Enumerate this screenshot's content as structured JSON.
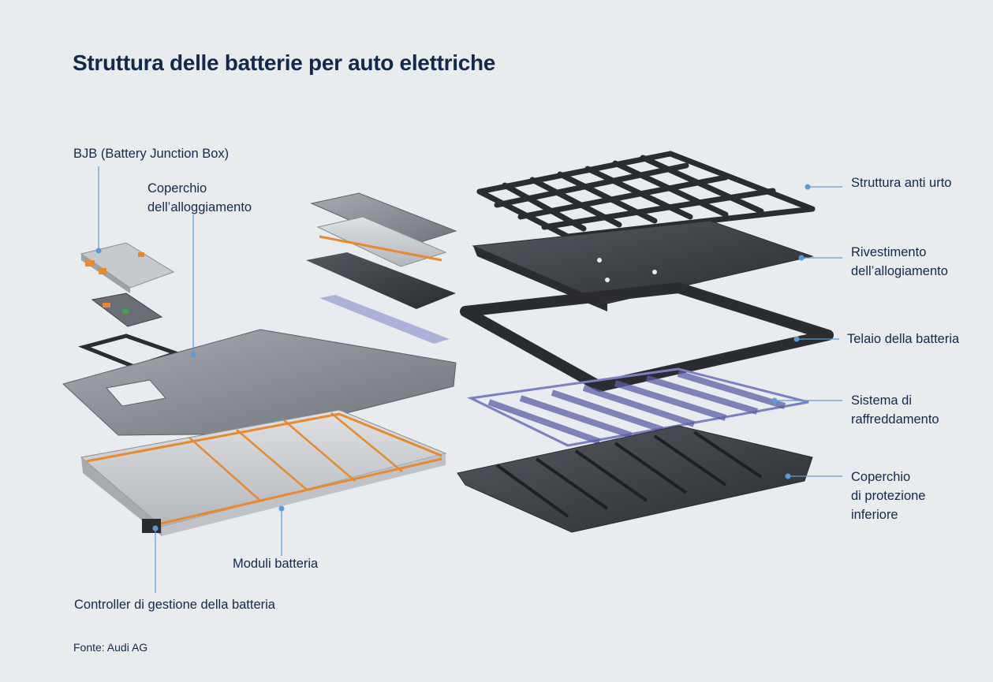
{
  "title": "Struttura delle batterie per auto elettriche",
  "labels": {
    "bjb": "BJB (Battery Junction Box)",
    "housing_cover_line1": "Coperchio",
    "housing_cover_line2": "dell’alloggiamento",
    "battery_modules": "Moduli batteria",
    "bms_controller": "Controller di gestione della batteria",
    "crash_structure": "Struttura anti urto",
    "housing_lining_line1": "Rivestimento",
    "housing_lining_line2": "dell’allogiamento",
    "battery_frame": "Telaio della batteria",
    "cooling_line1": "Sistema di",
    "cooling_line2": "raffreddamento",
    "underbody_line1": "Coperchio",
    "underbody_line2": "di protezione",
    "underbody_line3": "inferiore"
  },
  "source": "Fonte: Audi AG",
  "colors": {
    "background": "#e8ecef",
    "text": "#13294b",
    "leader": "#5b9bd5",
    "metal": "#8d9299",
    "dark_part": "#3a3d42",
    "cell": "#c9ccd0",
    "cable": "#e8892e",
    "coolant": "#5c5fa8"
  }
}
